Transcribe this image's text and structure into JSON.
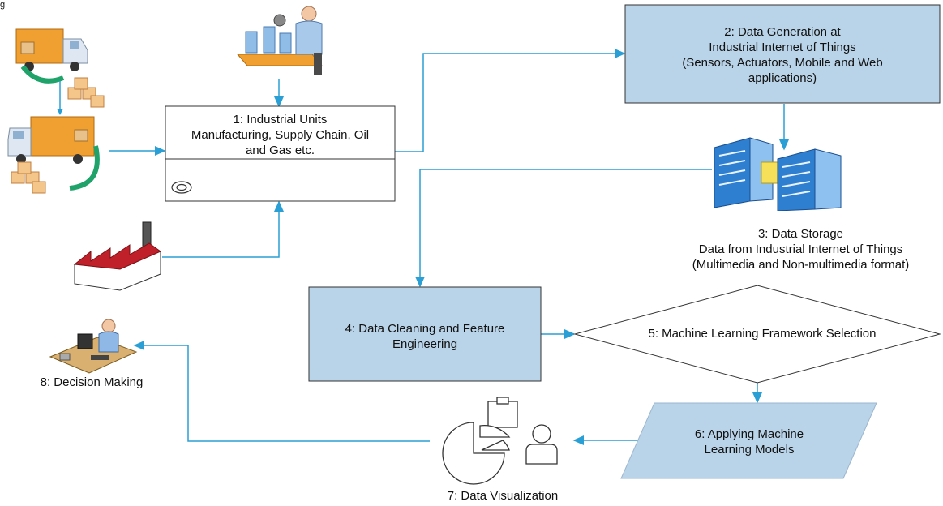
{
  "figure_label": "g",
  "colors": {
    "arrow": "#2a9fd6",
    "box_fill": "#b9d3e8",
    "box_stroke": "#333333"
  },
  "nodes": {
    "industrial_units": {
      "lines": [
        "1: Industrial Units",
        "Manufacturing, Supply Chain, Oil",
        "and Gas etc."
      ]
    },
    "data_generation": {
      "lines": [
        "2: Data Generation at",
        "Industrial Internet of Things",
        "(Sensors, Actuators, Mobile and Web",
        "applications)"
      ]
    },
    "data_storage": {
      "lines": [
        "3: Data Storage",
        "Data from Industrial Internet of Things",
        "(Multimedia and Non-multimedia format)"
      ]
    },
    "data_cleaning": {
      "lines": [
        "4: Data Cleaning and Feature",
        "Engineering"
      ]
    },
    "ml_framework": {
      "lines": [
        "5:  Machine Learning Framework Selection"
      ]
    },
    "apply_ml": {
      "lines": [
        "6: Applying Machine",
        "Learning Models"
      ]
    },
    "visualization": {
      "lines": [
        "7: Data Visualization"
      ]
    },
    "decision_making": {
      "lines": [
        "8: Decision Making"
      ]
    }
  },
  "icons": [
    "delivery-truck-icon",
    "conveyor-worker-icon",
    "factory-icon",
    "server-icon",
    "desk-worker-icon",
    "pie-chart-icon",
    "clipboard-icon",
    "person-icon",
    "recycle-icon"
  ]
}
